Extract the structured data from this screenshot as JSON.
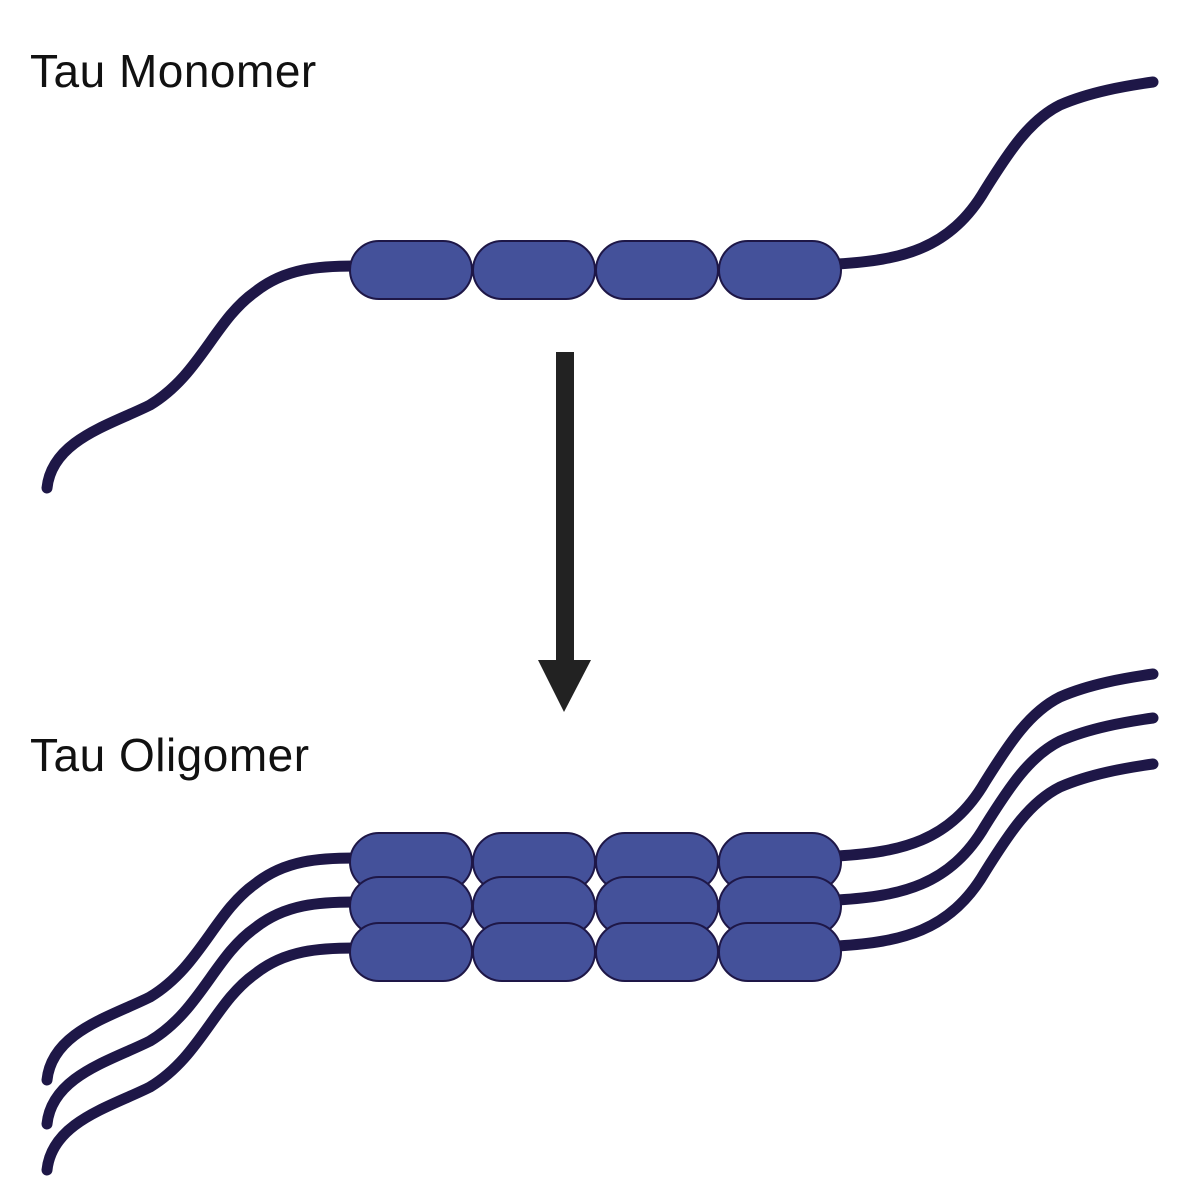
{
  "labels": {
    "monomer": "Tau Monomer",
    "oligomer": "Tau Oligomer"
  },
  "colors": {
    "strand": "#1e1747",
    "domain_fill": "#44519a",
    "domain_stroke": "#1e1747",
    "arrow": "#222222",
    "background": "#ffffff"
  },
  "diagram": {
    "domains_per_strand": 4,
    "oligomer_strand_count": 3,
    "arrow_direction": "down"
  }
}
